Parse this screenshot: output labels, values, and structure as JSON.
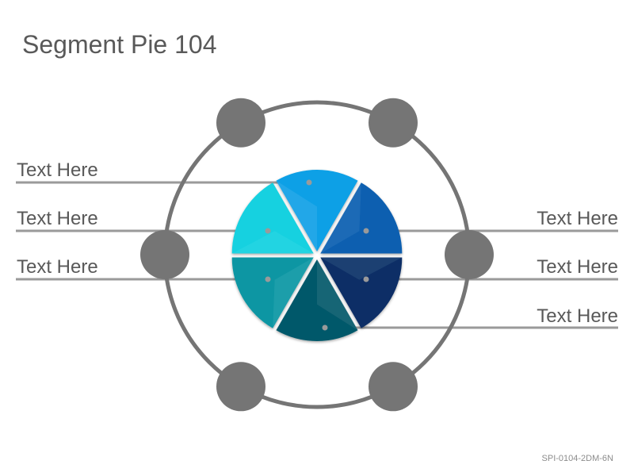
{
  "title": "Segment Pie 104",
  "footer_code": "SPI-0104-2DM-6N",
  "labels": {
    "left": [
      "Text Here",
      "Text Here",
      "Text Here"
    ],
    "right": [
      "Text Here",
      "Text Here",
      "Text Here"
    ]
  },
  "colors": {
    "ring": "#757575",
    "leader": "#9a9a9a",
    "text": "#595959",
    "segments": [
      "#0ea0e6",
      "#0b5fb0",
      "#0a2f66",
      "#06586a",
      "#0a96a3",
      "#12d1e0"
    ]
  },
  "segment_count": 6,
  "node_count": 6
}
